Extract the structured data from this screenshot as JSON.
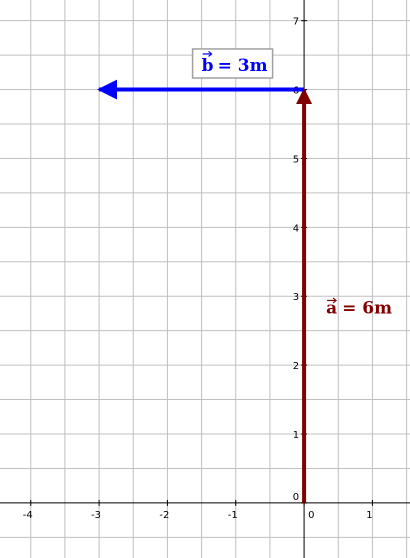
{
  "chart_data": {
    "type": "vector-diagram",
    "xlim": [
      -4.45,
      1.55
    ],
    "ylim": [
      -0.8,
      7.3
    ],
    "grid": true,
    "x_ticks": [
      "-4",
      "-3",
      "-2",
      "-1",
      "0",
      "1"
    ],
    "x_tick_values": [
      -4,
      -3,
      -2,
      -1,
      0,
      1
    ],
    "y_ticks": [
      "0",
      "1",
      "2",
      "3",
      "4",
      "5",
      "6",
      "7"
    ],
    "y_tick_values": [
      0,
      1,
      2,
      3,
      4,
      5,
      6,
      7
    ],
    "vectors": [
      {
        "id": "a",
        "start": [
          0,
          0
        ],
        "end": [
          0,
          6
        ],
        "label_symbol": "a",
        "label_eq": "= 6m",
        "color": "#800000"
      },
      {
        "id": "b",
        "start": [
          0,
          6
        ],
        "end": [
          -3,
          6
        ],
        "label_symbol": "b",
        "label_eq": "= 3m",
        "color": "#0000ff"
      }
    ],
    "colors": {
      "grid": "#c0c0c0",
      "axis": "#000000",
      "vector_a": "#800000",
      "vector_b": "#0000ff",
      "label_box_border": "#a0a0a0"
    }
  }
}
